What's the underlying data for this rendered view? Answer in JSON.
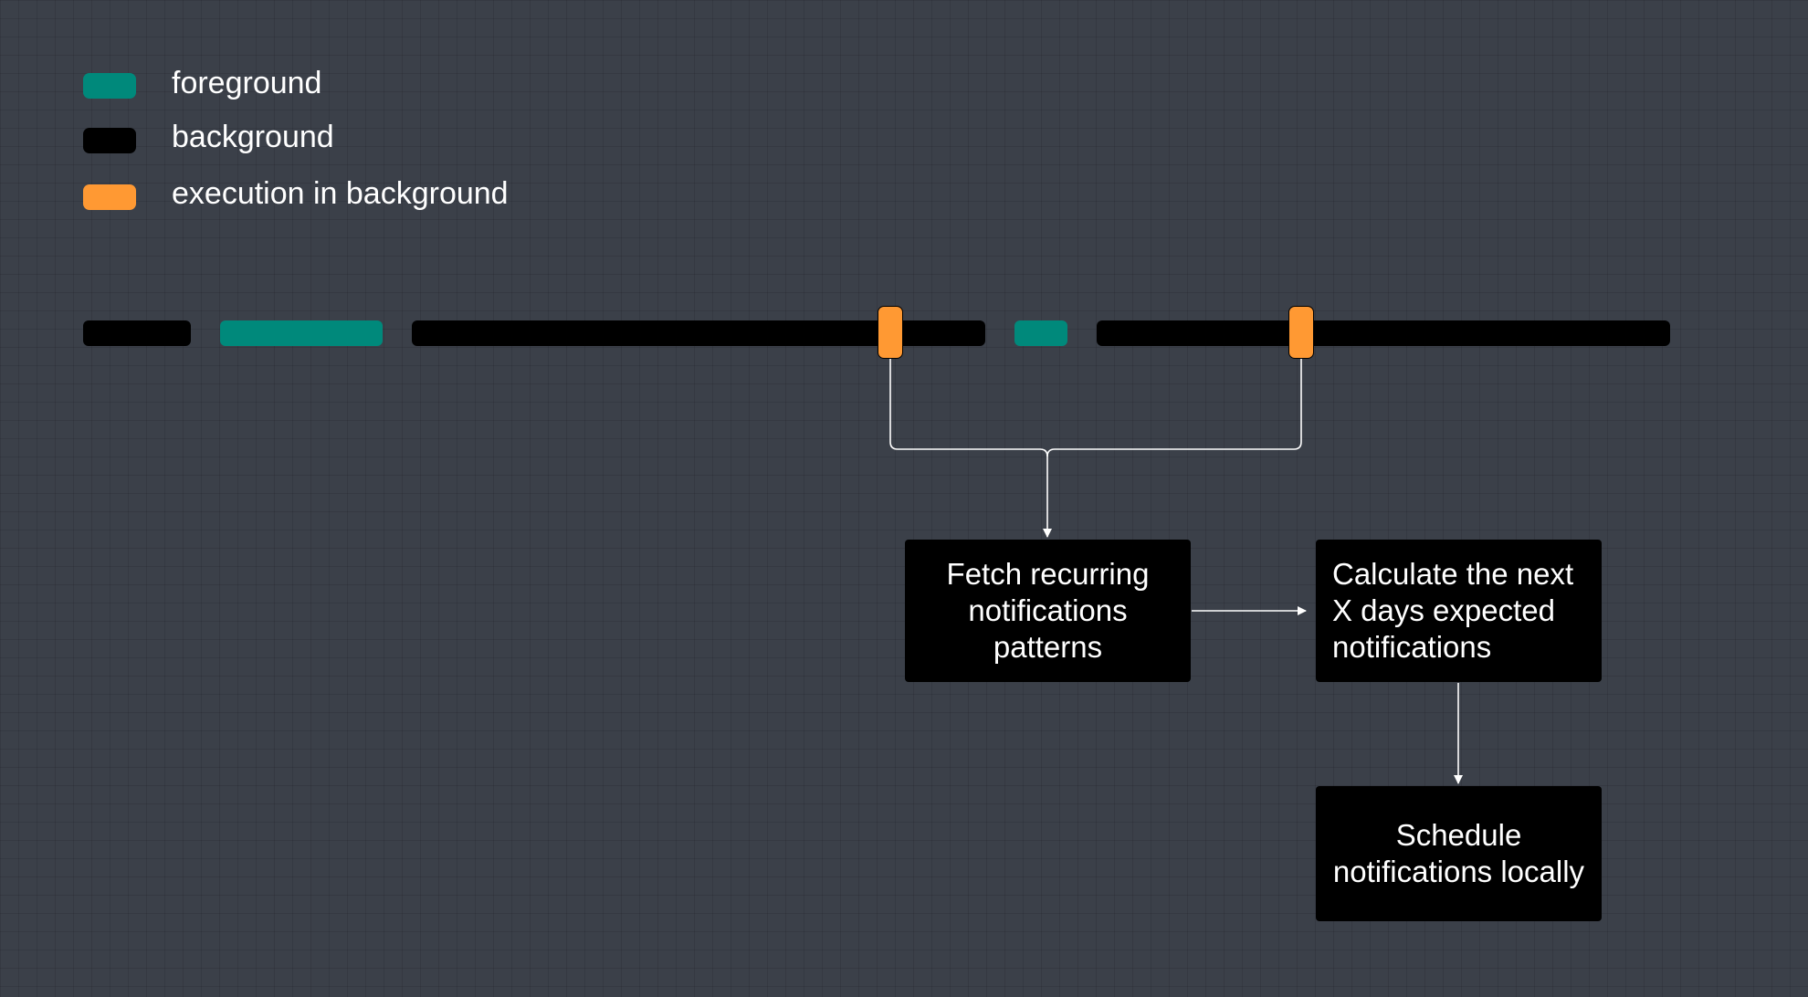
{
  "colors": {
    "foreground": "#00897b",
    "background": "#000000",
    "execution": "#ff9933",
    "canvas": "#3b4049",
    "line": "#ffffff"
  },
  "legend": [
    {
      "label": "foreground",
      "color": "#00897b"
    },
    {
      "label": "background",
      "color": "#000000"
    },
    {
      "label": "execution in background",
      "color": "#ff9933"
    }
  ],
  "timeline": {
    "segments": [
      "background",
      "foreground",
      "background",
      "foreground",
      "background"
    ],
    "markers": [
      "execution in background",
      "execution in background"
    ]
  },
  "boxes": {
    "fetch": {
      "lines": [
        "Fetch recurring",
        "notifications",
        "patterns"
      ]
    },
    "calculate": {
      "lines": [
        "Calculate the next",
        "X days expected",
        "notifications"
      ]
    },
    "schedule": {
      "lines": [
        "Schedule",
        "notifications locally"
      ]
    }
  }
}
